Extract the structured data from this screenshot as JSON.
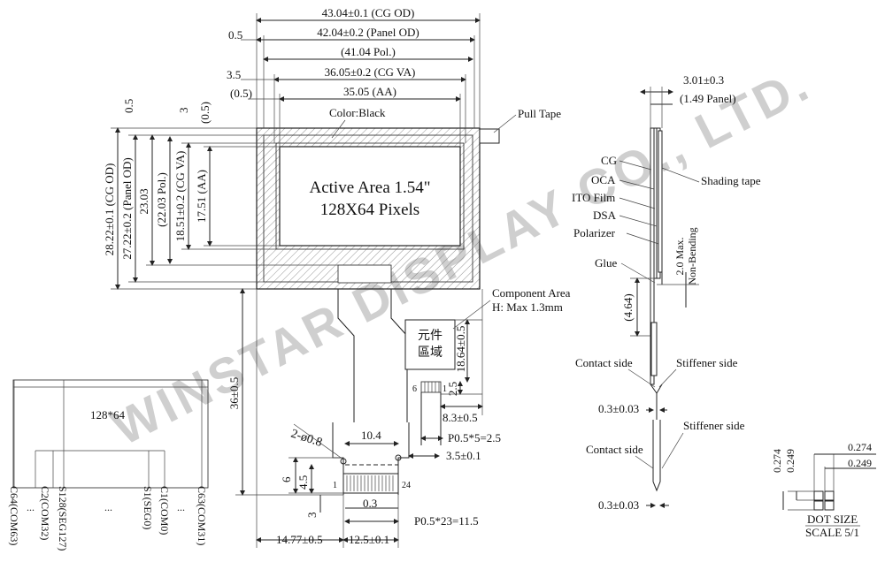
{
  "watermark": "WINSTAR DISPLAY CO., LTD.",
  "front_view": {
    "dims_top": [
      "43.04±0.1 (CG OD)",
      "42.04±0.2 (Panel OD)",
      "(41.04 Pol.)",
      "36.05±0.2 (CG VA)",
      "35.05 (AA)"
    ],
    "offset_labels": [
      "0.5",
      "3.5",
      "(0.5)"
    ],
    "color_label": "Color:Black",
    "pull_tape": "Pull Tape",
    "active_area_line1": "Active Area 1.54\"",
    "active_area_line2": "128X64 Pixels",
    "dims_left": [
      "28.22±0.1 (CG OD)",
      "27.22±0.2 (Panel OD)",
      "23.03",
      "(22.03 Pol.)",
      "18.51±0.2 (CG VA)",
      "17.51 (AA)"
    ],
    "side_offsets": [
      "0.5",
      "3",
      "(0.5)"
    ],
    "component_area_line1": "Component Area",
    "component_area_line2": "H: Max 1.3mm",
    "component_box_line1": "元件",
    "component_box_line2": "區域",
    "dims_fpc": [
      "18.64±0.5",
      "2.5",
      "8.3±0.5",
      "36±0.5",
      "10.4",
      "P0.5*5=2.5",
      "3.5±0.1",
      "2-ø0.8",
      "6",
      "4.5",
      "3",
      "0.3",
      "P0.5*23=11.5",
      "14.77±0.5",
      "12.5±0.1"
    ],
    "pin_labels": [
      "6",
      "1",
      "1",
      "24"
    ]
  },
  "pixel_map": {
    "title": "128*64",
    "labels": [
      "C64(COM63)",
      "C2(COM32)",
      "S128(SEG127)",
      "S1(SEG0)",
      "C1(COM0)",
      "C63(COM31)"
    ],
    "dots": [
      "...",
      "...",
      "..."
    ]
  },
  "side_view": {
    "dims_top": [
      "3.01±0.3",
      "(1.49 Panel)"
    ],
    "layers": [
      "CG",
      "OCA",
      "ITO Film",
      "DSA",
      "Polarizer",
      "Glue"
    ],
    "shading_tape": "Shading tape",
    "bend_line1": "2.0 Max.",
    "bend_line2": "Non-Bending",
    "dim_464": "(4.64)",
    "contact_side": "Contact side",
    "stiffener_side": "Stiffener side",
    "thickness": "0.3±0.03"
  },
  "dot_size": {
    "dims": [
      "0.274",
      "0.249",
      "0.274",
      "0.249"
    ],
    "title": "DOT SIZE",
    "scale": "SCALE 5/1"
  }
}
